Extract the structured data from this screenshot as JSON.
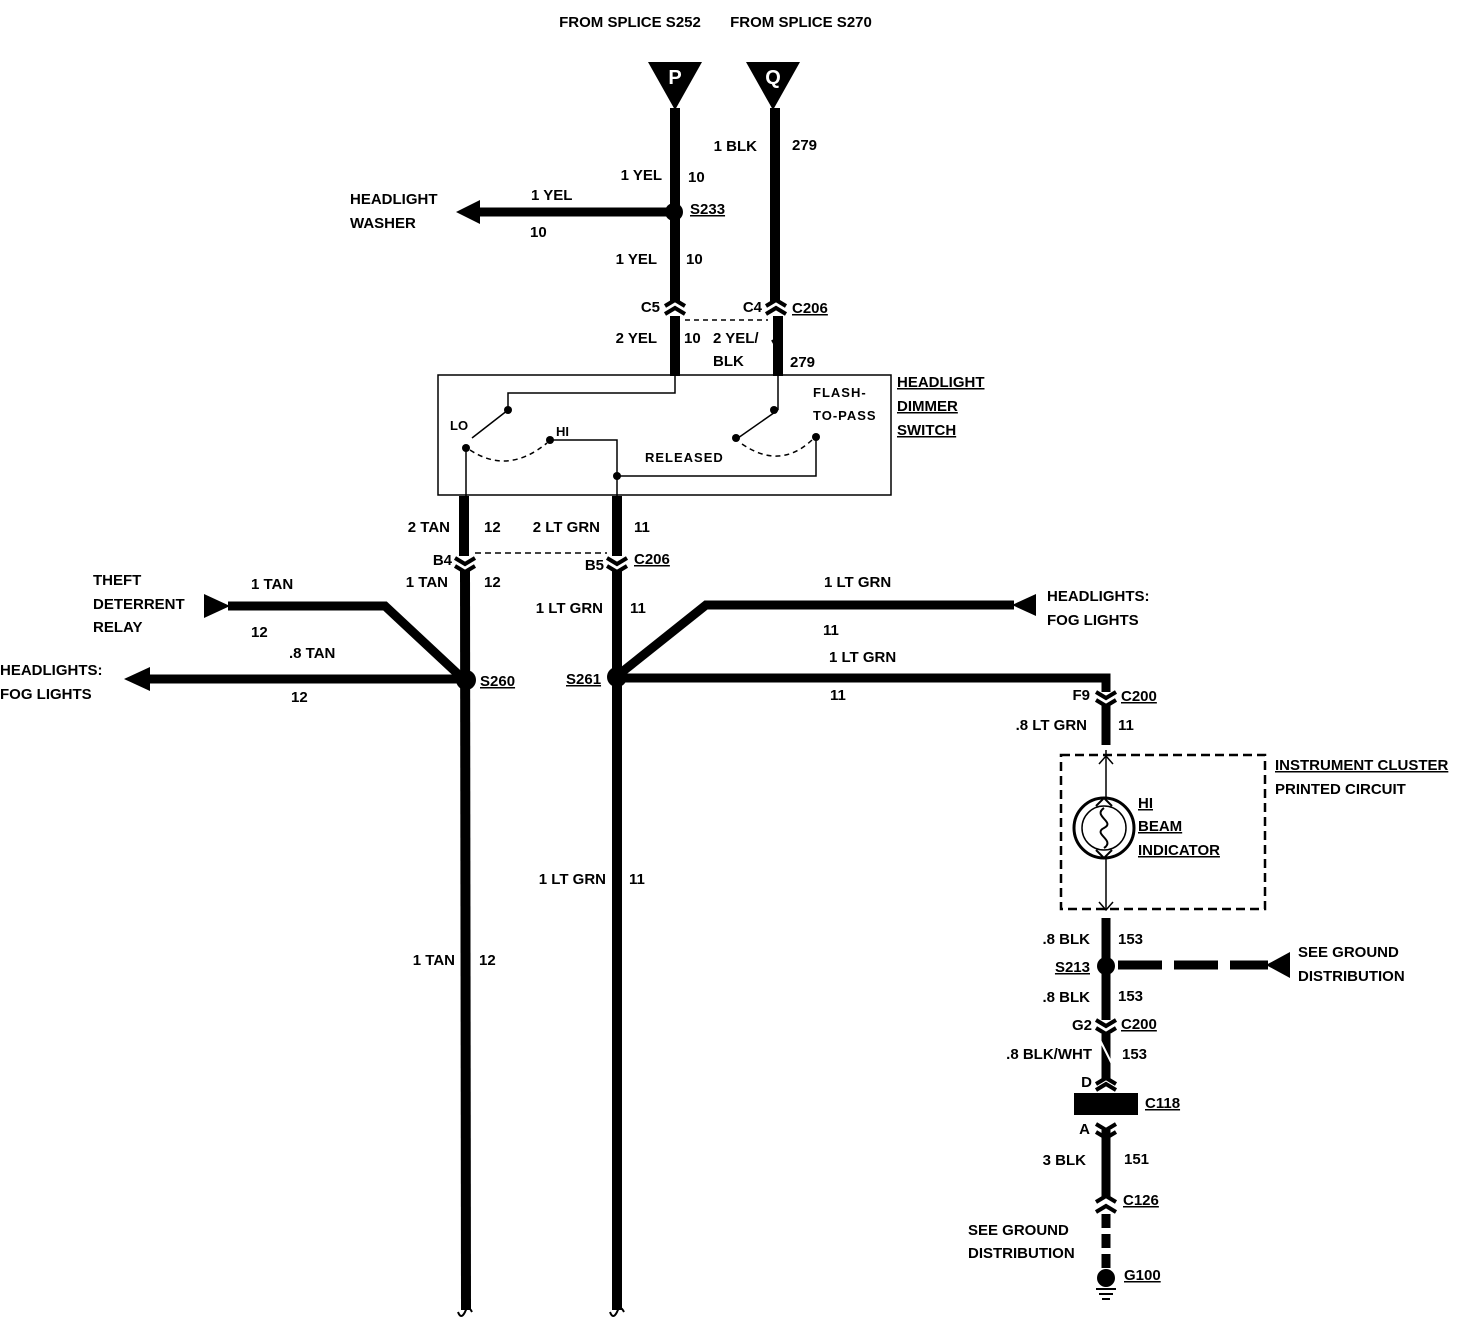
{
  "sources": {
    "p": {
      "letter": "P",
      "caption": "FROM SPLICE S252"
    },
    "q": {
      "letter": "Q",
      "caption": "FROM SPLICE S270"
    }
  },
  "wires": {
    "p_top": {
      "gauge_color": "1 YEL",
      "circuit": "10"
    },
    "q_top": {
      "gauge_color": "1 BLK",
      "circuit": "279"
    },
    "washer": {
      "gauge_color": "1 YEL",
      "circuit": "10"
    },
    "p_mid": {
      "gauge_color": "1 YEL",
      "circuit": "10"
    },
    "p_low": {
      "gauge_color": "2 YEL",
      "circuit": "10"
    },
    "q_low": {
      "gauge_color_line1": "2 YEL/",
      "gauge_color_line2": "BLK",
      "circuit": "279"
    },
    "lo_out": {
      "gauge_color": "2 TAN",
      "circuit": "12"
    },
    "hi_out": {
      "gauge_color": "2 LT GRN",
      "circuit": "11"
    },
    "tan_b4": {
      "gauge_color": "1 TAN",
      "circuit": "12"
    },
    "grn_b5": {
      "gauge_color": "1 LT GRN",
      "circuit": "11"
    },
    "theft": {
      "gauge_color": "1 TAN",
      "circuit": "12"
    },
    "tan_fog": {
      "gauge_color": ".8 TAN",
      "circuit": "12"
    },
    "grn_fog": {
      "gauge_color": "1 LT GRN",
      "circuit": "11"
    },
    "grn_c200": {
      "gauge_color": "1 LT GRN",
      "circuit": "11"
    },
    "cluster_in": {
      "gauge_color": ".8 LT GRN",
      "circuit": "11"
    },
    "tan_down": {
      "gauge_color": "1 TAN",
      "circuit": "12"
    },
    "grn_down": {
      "gauge_color": "1 LT GRN",
      "circuit": "11"
    },
    "blk_153a": {
      "gauge_color": ".8 BLK",
      "circuit": "153"
    },
    "blk_153b": {
      "gauge_color": ".8 BLK",
      "circuit": "153"
    },
    "blk_wht": {
      "gauge_color": ".8 BLK/WHT",
      "circuit": "153"
    },
    "blk_151": {
      "gauge_color": "3 BLK",
      "circuit": "151"
    }
  },
  "splices": {
    "s233": "S233",
    "s260": "S260",
    "s261": "S261",
    "s213": "S213"
  },
  "connectors": {
    "c5": "C5",
    "c4": "C4",
    "c206_top": "C206",
    "b4": "B4",
    "b5": "B5",
    "c206_mid": "C206",
    "f9": "F9",
    "c200_top": "C200",
    "g2": "G2",
    "c200_low": "C200",
    "d": "D",
    "c118": "C118",
    "a": "A",
    "c126": "C126",
    "g100": "G100"
  },
  "switch": {
    "title_lines": [
      "HEADLIGHT",
      "DIMMER",
      "SWITCH"
    ],
    "lo": "LO",
    "hi": "HI",
    "released": "RELEASED",
    "flash_lines": [
      "FLASH-",
      "TO-PASS"
    ]
  },
  "cluster": {
    "title_lines": [
      "INSTRUMENT CLUSTER",
      "PRINTED CIRCUIT"
    ],
    "indicator_lines": [
      "HI",
      "BEAM",
      "INDICATOR"
    ]
  },
  "destinations": {
    "washer_lines": [
      "HEADLIGHT",
      "WASHER"
    ],
    "theft_lines": [
      "THEFT",
      "DETERRENT",
      "RELAY"
    ],
    "fog_left_lines": [
      "HEADLIGHTS:",
      "FOG LIGHTS"
    ],
    "fog_right_lines": [
      "HEADLIGHTS:",
      "FOG LIGHTS"
    ],
    "ground_right_lines": [
      "SEE GROUND",
      "DISTRIBUTION"
    ],
    "ground_bottom_lines": [
      "SEE GROUND",
      "DISTRIBUTION"
    ]
  },
  "colors": {
    "ink": "#000000",
    "paper": "#ffffff"
  }
}
